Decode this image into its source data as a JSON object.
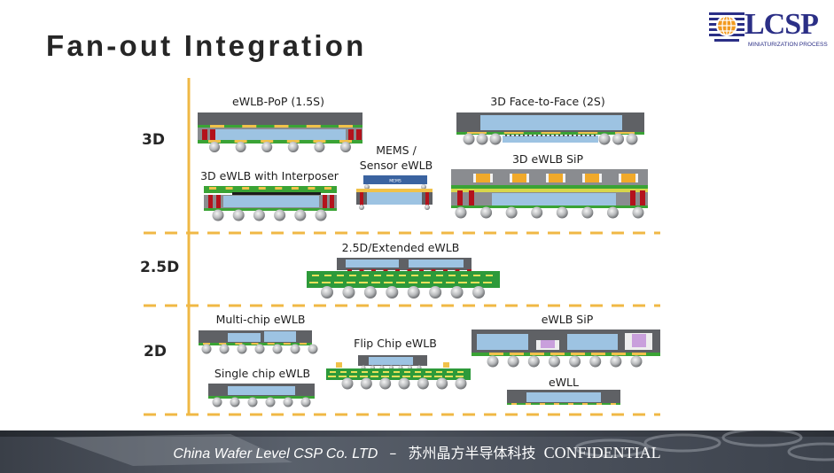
{
  "slide": {
    "title": "Fan-out Integration",
    "logo": {
      "text": "LCSP",
      "subtitle": "MINIATURIZATION PROCESS"
    }
  },
  "levels": [
    {
      "id": "3d",
      "label": "3D"
    },
    {
      "id": "2_5d",
      "label": "2.5D"
    },
    {
      "id": "2d",
      "label": "2D"
    }
  ],
  "packages": {
    "ewlb_pop": {
      "label": "eWLB-PoP (1.5S)",
      "level": "3D"
    },
    "ewlb_interposer": {
      "label": "3D eWLB with Interposer",
      "level": "3D"
    },
    "mems_sensor": {
      "label_line1": "MEMS /",
      "label_line2": "Sensor eWLB",
      "die_text": "MEMS",
      "level": "3D"
    },
    "face_to_face": {
      "label": "3D Face-to-Face (2S)",
      "level": "3D"
    },
    "ewlb_sip_3d": {
      "label": "3D eWLB SiP",
      "level": "3D"
    },
    "extended": {
      "label": "2.5D/Extended eWLB",
      "level": "2.5D"
    },
    "multi_chip": {
      "label": "Multi-chip eWLB",
      "level": "2D"
    },
    "single_chip": {
      "label": "Single chip eWLB",
      "level": "2D"
    },
    "flip_chip": {
      "label": "Flip Chip eWLB",
      "level": "2D"
    },
    "ewlb_sip": {
      "label": "eWLB SiP",
      "level": "2D"
    },
    "ewll": {
      "label": "eWLL",
      "level": "2D"
    }
  },
  "colors": {
    "mold": "#5f6165",
    "mold_light": "#8a8c90",
    "die": "#9dc3e2",
    "rdl_green": "#3aa335",
    "pad_yellow": "#f0c24a",
    "via_red": "#b3121c",
    "ball": "#b9bbbd",
    "substrate": "#2d9a3a",
    "passive": "#c9a0dc",
    "divider": "#f0b845",
    "mems_die": "#3a63a0"
  },
  "footer": {
    "company_en": "China Wafer Level CSP Co. LTD",
    "separator": "–",
    "company_cn": "苏州晶方半导体科技",
    "confidential": "CONFIDENTIAL"
  }
}
